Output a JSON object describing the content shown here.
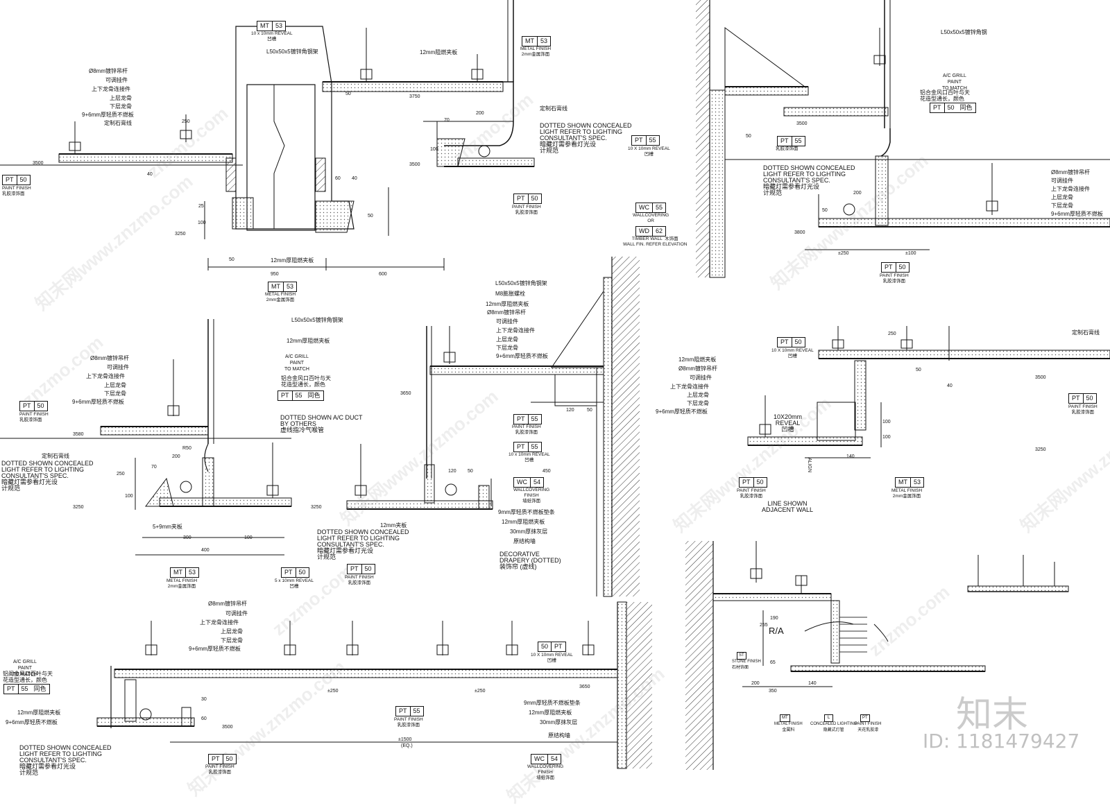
{
  "tags": {
    "t1": {
      "code": "MT",
      "num": "53",
      "sub": "10 x 10mm REVEAL\n凹槽"
    },
    "t2": {
      "code": "MT",
      "num": "53",
      "sub": "METAL FINISH\n2mm金属饰面"
    },
    "t3": {
      "code": "PT",
      "num": "50",
      "sub": "PAINT FINISH\n乳胶漆饰面"
    },
    "t4": {
      "code": "PT",
      "num": "50",
      "sub": "PAINT FINISH\n乳胶漆饰面"
    },
    "t5": {
      "code": "MT",
      "num": "53",
      "sub": "METAL FINISH\n2mm金属饰面"
    },
    "t6": {
      "code": "PT",
      "num": "55",
      "sub": "10 X 10mm REVEAL\n凹槽"
    },
    "t7": {
      "code": "PT",
      "num": "55",
      "sub": "乳胶漆饰面"
    },
    "t8": {
      "code": "PT",
      "num": "50",
      "sub": "同色"
    },
    "t9": {
      "code": "WC",
      "num": "55",
      "sub": "WALLCOVERING\nOR"
    },
    "t10": {
      "code": "WD",
      "num": "62",
      "sub": "TIMBER WALL  木饰面\nWALL FIN. REFER ELEVATION"
    },
    "t11": {
      "code": "PT",
      "num": "50",
      "sub": "PAINT FINISH\n乳胶漆饰面"
    },
    "t12": {
      "code": "PT",
      "num": "50",
      "sub": "PAINT FINISH\n乳胶漆饰面"
    },
    "t13": {
      "code": "PT",
      "num": "55",
      "sub": "同色"
    },
    "t14": {
      "code": "PT",
      "num": "55",
      "sub": "PAINT FINISH\n乳胶漆饰面"
    },
    "t15": {
      "code": "PT",
      "num": "55",
      "sub": "10 x 10mm REVEAL\n凹槽"
    },
    "t16": {
      "code": "WC",
      "num": "54",
      "sub": "WALLCOVERING\nFINISH\n墙纸饰面"
    },
    "t17": {
      "code": "MT",
      "num": "53",
      "sub": "METAL FINISH\n2mm金属饰面"
    },
    "t18": {
      "code": "PT",
      "num": "50",
      "sub": "5 x 10mm REVEAL\n凹槽"
    },
    "t19": {
      "code": "PT",
      "num": "50",
      "sub": "PAINT FINISH\n乳胶漆饰面"
    },
    "t20": {
      "code": "PT",
      "num": "50",
      "sub": "10 X 10mm REVEAL\n凹槽"
    },
    "t21": {
      "code": "PT",
      "num": "50",
      "sub": "PAINT FINISH\n乳胶漆饰面"
    },
    "t22": {
      "code": "PT",
      "num": "50",
      "sub": "PAINT FINISH\n乳胶漆饰面"
    },
    "t23": {
      "code": "MT",
      "num": "53",
      "sub": "METAL FINISH\n2mm金属饰面"
    },
    "t24": {
      "code": "PT",
      "num": "55",
      "sub": "同色"
    },
    "t25": {
      "code": "50",
      "num": "PT",
      "sub": "10 X 10mm REVEAL\n凹槽"
    },
    "t26": {
      "code": "PT",
      "num": "55",
      "sub": "PAINT FINISH\n乳胶漆饰面"
    },
    "t27": {
      "code": "PT",
      "num": "50",
      "sub": "PAINT FINISH\n乳胶漆饰面"
    },
    "t28": {
      "code": "WC",
      "num": "54",
      "sub": "WALLCOVERING\nFINISH\n墙纸饰面"
    }
  },
  "labels": {
    "a1": "Ø8mm镀锌吊杆",
    "a2": "可调挂件",
    "a3": "上下龙骨连接件",
    "a4": "上层龙骨",
    "a5": "下层龙骨",
    "a6": "9+6mm厚轻质不燃板",
    "a7": "定制石膏线",
    "a8": "L50x50x5镀锌角钢架",
    "a9": "12mm阻燃夹板",
    "a10": "12mm厚阻燃夹板",
    "a11": "定制石膏线",
    "a12": "DOTTED SHOWN CONCEALED\nLIGHT REFER TO LIGHTING\nCONSULTANT'S SPEC.\n暗藏灯需参看灯光设\n计规范",
    "b1": "L50x50x5镀锌角钢",
    "b2": "A/C GRILL\nPAINT\nTO MATCH",
    "b3": "铝合金风口百叶与天\n花造型通长，颜色",
    "b4": "DOTTED SHOWN CONCEALED\nLIGHT REFER TO LIGHTING\nCONSULTANT'S SPEC.\n暗藏灯需参看灯光设\n计规范",
    "b5": "Ø8mm镀锌吊杆",
    "b6": "可调挂件",
    "b7": "上下龙骨连接件",
    "b8": "上层龙骨",
    "b9": "下层龙骨",
    "b10": "9+6mm厚轻质不燃板",
    "c1": "L50x50x5镀锌角钢架",
    "c2": "12mm厚阻燃夹板",
    "c3": "Ø8mm镀锌吊杆",
    "c4": "可调挂件",
    "c5": "上下龙骨连接件",
    "c6": "上层龙骨",
    "c7": "下层龙骨",
    "c8": "9+6mm厚轻质不燃板",
    "c9": "A/C GRILL\nPAINT\nTO MATCH",
    "c10": "铝合金风口百叶与天\n花造型通长，颜色",
    "c11": "DOTTED SHOWN A/C DUCT\nBY OTHERS\n虚线指冷气喉管",
    "c12": "定制石膏线",
    "c13": "DOTTED SHOWN CONCEALED\nLIGHT REFER TO LIGHTING\nCONSULTANT'S SPEC.\n暗藏灯需参看灯光设\n计规范",
    "c14": "5+9mm夹板",
    "c15": "12mm夹板",
    "c16": "DOTTED SHOWN CONCEALED\nLIGHT REFER TO LIGHTING\nCONSULTANT'S SPEC.\n暗藏灯需参看灯光设\n计规范",
    "d1": "L50x50x5镀锌角钢架",
    "d2": "M8膨胀螺栓",
    "d3": "12mm厚阻燃夹板",
    "d4": "Ø8mm镀锌吊杆",
    "d5": "可调挂件",
    "d6": "上下龙骨连接件",
    "d7": "上层龙骨",
    "d8": "下层龙骨",
    "d9": "9+6mm厚轻质不燃板",
    "d10": "9mm厚轻质不燃板垫条",
    "d11": "12mm厚阻燃夹板",
    "d12": "30mm厚抹灰层",
    "d13": "原结构墙",
    "d14": "DECORATIVE\nDRAPERY (DOTTED)\n装饰帘 (虚线)",
    "e1": "定制石膏线",
    "e2": "12mm阻燃夹板",
    "e3": "Ø8mm镀锌吊杆",
    "e4": "可调挂件",
    "e5": "上下龙骨连接件",
    "e6": "上层龙骨",
    "e7": "下层龙骨",
    "e8": "9+6mm厚轻质不燃板",
    "e9": "10X20mm\nREVEAL\n凹槽",
    "e10": "LINE SHOWN\nADJACENT WALL",
    "e11": "ALIGN",
    "f1": "Ø8mm镀锌吊杆",
    "f2": "可调挂件",
    "f3": "上下龙骨连接件",
    "f4": "上层龙骨",
    "f5": "下层龙骨",
    "f6": "9+6mm厚轻质不燃板",
    "f7": "A/C GRILL\nPAINT\nTO MATCH",
    "f8": "铝阁金风口百叶与天\n花造型通长，颜色",
    "f9": "12mm厚阻燃夹板",
    "f10": "9+6mm厚轻质不燃板",
    "f11": "DOTTED SHOWN CONCEALED\nLIGHT REFER TO LIGHTING\nCONSULTANT'S SPEC.\n暗藏灯需参看灯光设\n计规范",
    "f12": "9mm厚轻质不燃板垫条",
    "f13": "12mm厚阻燃夹板",
    "f14": "30mm厚抹灰层",
    "f15": "原结构墙",
    "g1": "R/A",
    "g2": "ST",
    "g3": "STONE FINISH\n石材饰面",
    "g4": "MT",
    "g5": "METAL FINISH\n金属料",
    "g6": "L",
    "g7": "CONCEALED LIGHTING\n隐藏式灯管",
    "g8": "PT",
    "g9": "PAINT FINISH\n天花乳胶漆"
  },
  "dims": {
    "d1": "3500",
    "d2": "3250",
    "d3": "3750",
    "d4": "3500",
    "d5": "200",
    "d6": "70",
    "d7": "100",
    "d8": "50",
    "d9": "40",
    "d10": "250",
    "d11": "950",
    "d12": "600",
    "d13": "50",
    "d14": "60",
    "d15": "40",
    "d16": "50",
    "d17": "100",
    "d18": "25",
    "d19": "3500",
    "d20": "3800",
    "d21": "50",
    "d22": "200",
    "d23": "±250",
    "d24": "±100",
    "d25": "50",
    "d26": "3580",
    "d27": "3250",
    "d28": "3250",
    "d29": "250",
    "d30": "200",
    "d31": "70",
    "d32": "100",
    "d33": "300",
    "d34": "100",
    "d35": "400",
    "d36": "R50",
    "d37": "3650",
    "d38": "120",
    "d39": "50",
    "d40": "450",
    "d41": "120",
    "d42": "50",
    "d43": "250",
    "d44": "3500",
    "d45": "3250",
    "d46": "50",
    "d47": "40",
    "d48": "100",
    "d49": "140",
    "d50": "100",
    "d51": "3500",
    "d52": "3650",
    "d53": "±250",
    "d54": "±250",
    "d55": "±1500",
    "d56": "(EQ.)",
    "d57": "30",
    "d58": "60",
    "d59": "255",
    "d60": "190",
    "d61": "65",
    "d62": "200",
    "d63": "350",
    "d64": "140"
  },
  "watermark": {
    "logo": "知末",
    "id": "ID: 1181479427",
    "diag": "znzmo.com",
    "diag_cn": "知末网www.znzmo.com"
  }
}
